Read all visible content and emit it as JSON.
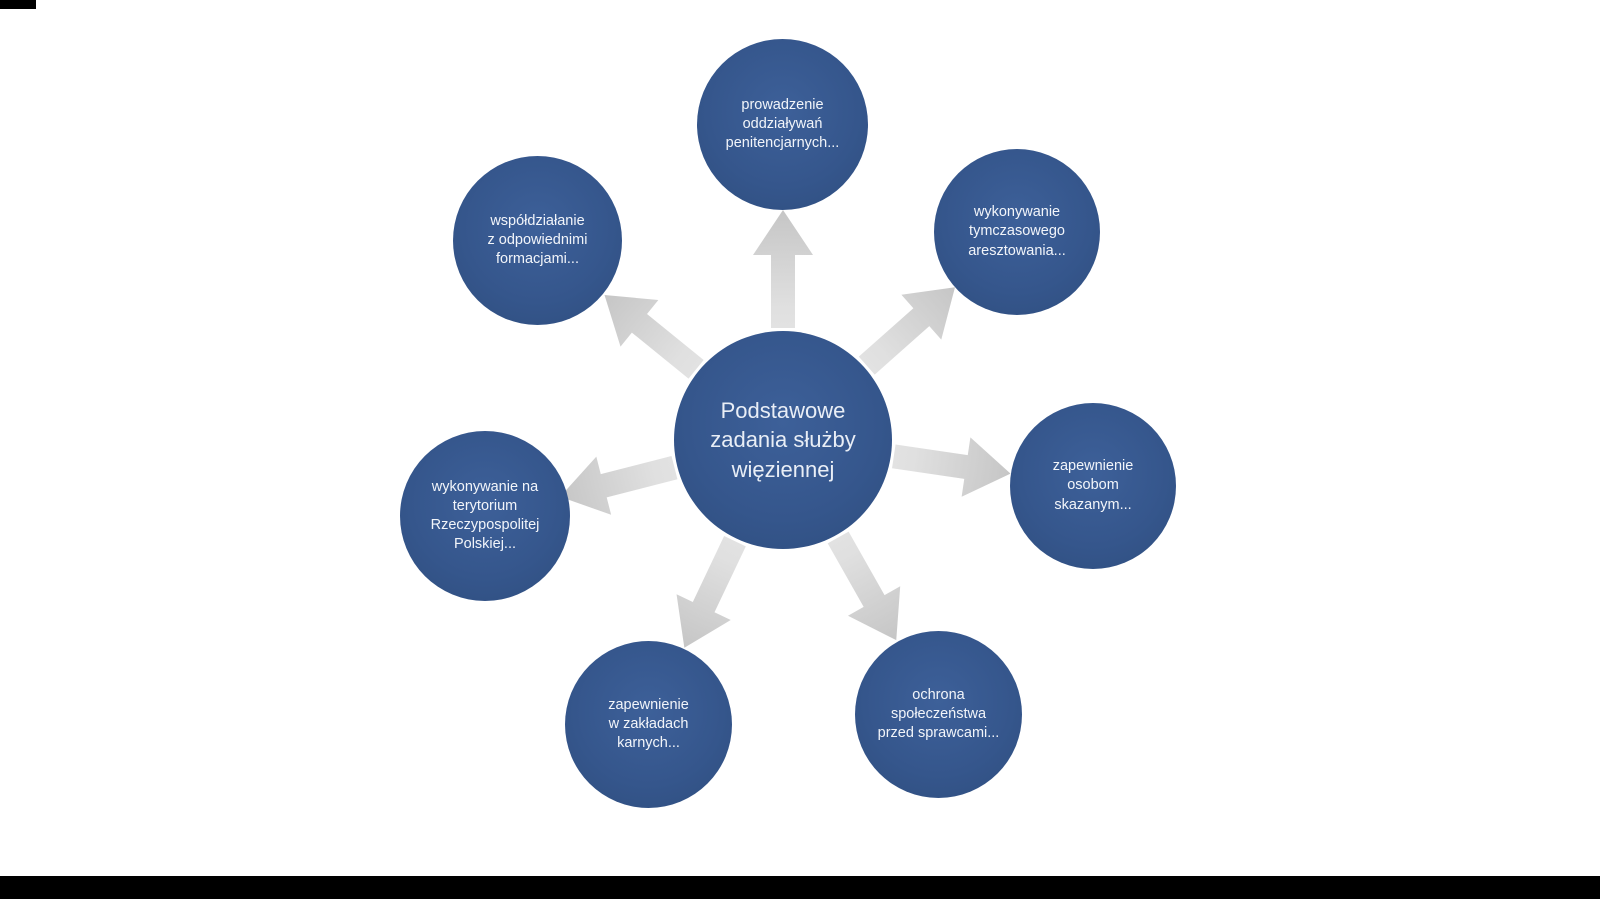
{
  "colors": {
    "node_fill": "#35568c",
    "node_text": "#f2f5fa",
    "arrow_fill": "#d4d4d4",
    "background": "#ffffff",
    "letterbox": "#000000"
  },
  "diagram": {
    "type": "radial-diverging",
    "center": {
      "label": "Podstawowe\nzadania służby\nwięziennej"
    },
    "nodes": [
      {
        "position": "top",
        "label": "prowadzenie\noddziaływań\npenitencjarnych..."
      },
      {
        "position": "top-right",
        "label": "wykonywanie\ntymczasowego\naresztowania..."
      },
      {
        "position": "right",
        "label": "zapewnienie\nosobom\nskazanym..."
      },
      {
        "position": "bottom-right",
        "label": "ochrona\nspołeczeństwa\nprzed sprawcami..."
      },
      {
        "position": "bottom-left",
        "label": "zapewnienie\nw zakładach\nkarnych..."
      },
      {
        "position": "left",
        "label": "wykonywanie na\nterytorium\nRzeczypospolitej\nPolskiej..."
      },
      {
        "position": "top-left",
        "label": "współdziałanie\nz odpowiednimi\nformacjami..."
      }
    ]
  }
}
